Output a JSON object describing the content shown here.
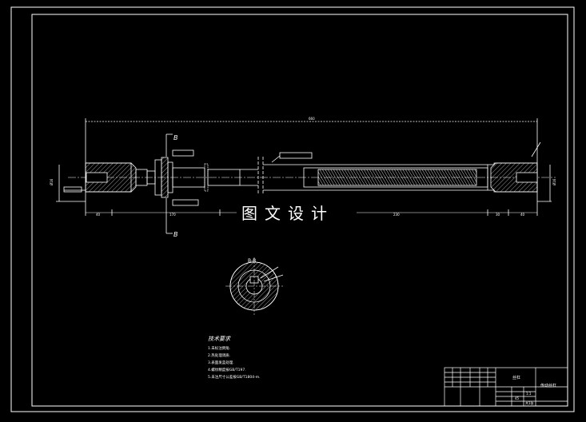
{
  "colors": {
    "background": "#000000",
    "line": "#ffffff",
    "accent_dim": "#bfbfbf"
  },
  "drawing": {
    "section_label_top": "B",
    "section_label_bottom": "B",
    "section_view_title": "B-B",
    "watermark": "图文设计",
    "dimensions": {
      "overall_length": "660",
      "left_end": "40",
      "mid_left": "170",
      "thread_length": "230",
      "right_a": "30",
      "right_b": "40",
      "diameter_left": "Ø16",
      "diameter_right": "Ø16"
    }
  },
  "notes": {
    "title": "技术要求",
    "items": [
      "1.未标注倒角.",
      "2.热处理调质.",
      "3.表面发蓝处理.",
      "4.螺纹精度按GB/T197.",
      "5.未注尺寸公差按GB/T1804-m."
    ]
  },
  "title_block": {
    "part_name": "丝杠",
    "drawing_title": "传动丝杠",
    "scale": "1:1",
    "material": "45",
    "sheet": "共1张"
  }
}
